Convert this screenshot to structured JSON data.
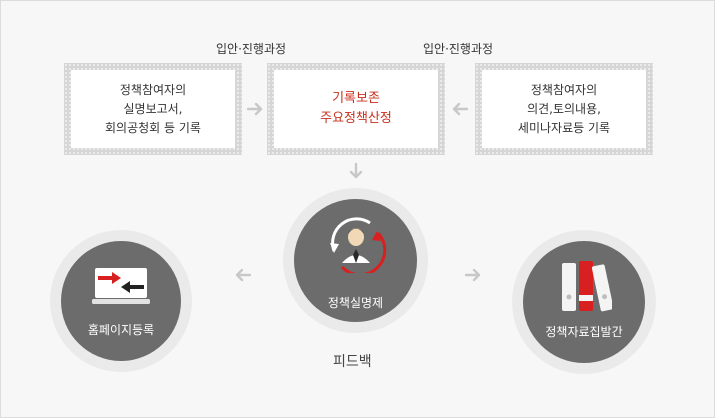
{
  "labels": {
    "process_left": "입안·진행과정",
    "process_right": "입안·진행과정",
    "feedback": "피드백"
  },
  "boxes": {
    "left": [
      "정책참여자의",
      "실명보고서,",
      "회의공청회 등 기록"
    ],
    "center": [
      "기록보존",
      "주요정책산정"
    ],
    "right": [
      "정책참여자의",
      "의견,토의내용,",
      "세미나자료등 기록"
    ]
  },
  "circles": {
    "homepage": "홈페이지등록",
    "real_name": "정책실명제",
    "publication": "정책자료집발간"
  },
  "colors": {
    "accent": "#c9301c",
    "circle_fill": "#6c6c6c",
    "circle_ring": "#eaeaea",
    "arrow": "#c8c8c8"
  }
}
